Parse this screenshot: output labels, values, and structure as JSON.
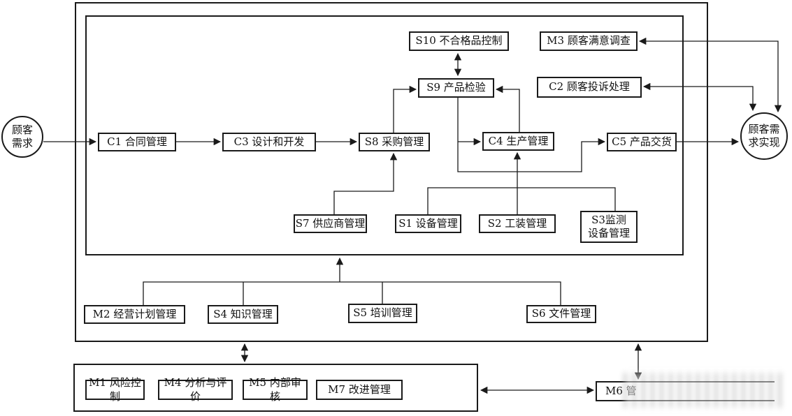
{
  "diagram": {
    "left_terminal": "顾客\n需求",
    "right_terminal": "顾客需\n求实现",
    "nodes": {
      "s10": "S10 不合格品控制",
      "m3": "M3 顾客满意调查",
      "s9": "S9 产品检验",
      "c2": "C2 顾客投诉处理",
      "c1": "C1 合同管理",
      "c3": "C3 设计和开发",
      "s8": "S8 采购管理",
      "c4": "C4 生产管理",
      "c5": "C5 产品交货",
      "s7": "S7 供应商管理",
      "s1": "S1 设备管理",
      "s2": "S2 工装管理",
      "s3": "S3监测\n设备管理",
      "m2": "M2 经营计划管理",
      "s4": "S4 知识管理",
      "s5": "S5 培训管理",
      "s6": "S6 文件管理",
      "m1": "M1 风险控制",
      "m4": "M4 分析与评价",
      "m5": "M5 内部审核",
      "m7": "M7 改进管理",
      "m6": "M6 管"
    },
    "colors": {
      "line": "#1a1a1a",
      "background": "#ffffff"
    },
    "edges": [
      {
        "from": "顾客需求",
        "to": "C1 合同管理",
        "arrow": "to"
      },
      {
        "from": "C1 合同管理",
        "to": "C3 设计和开发",
        "arrow": "to"
      },
      {
        "from": "C3 设计和开发",
        "to": "S8 采购管理",
        "arrow": "to"
      },
      {
        "from": "S8 采购管理",
        "to": "S9 产品检验",
        "arrow": "to"
      },
      {
        "from": "S7 供应商管理",
        "to": "S8 采购管理",
        "arrow": "to"
      },
      {
        "from": "S9 产品检验",
        "to": "S10 不合格品控制",
        "arrow": "both"
      },
      {
        "from": "S9 产品检验",
        "to": "C4 生产管理",
        "arrow": "to"
      },
      {
        "from": "S9 产品检验",
        "to": "C5 产品交货",
        "arrow": "to"
      },
      {
        "from": "C4 生产管理",
        "to": "S9 产品检验",
        "arrow": "to"
      },
      {
        "from": "S1 设备管理 / S2 工装管理 / S3监测设备管理",
        "to": "C4 生产管理",
        "arrow": "to"
      },
      {
        "from": "C5 产品交货",
        "to": "顾客需求实现",
        "arrow": "to"
      },
      {
        "from": "M3 顾客满意调查",
        "to": "顾客需求实现",
        "arrow": "both"
      },
      {
        "from": "C2 顾客投诉处理",
        "to": "顾客需求实现",
        "arrow": "both"
      },
      {
        "from": "M2 经营计划管理 / S4 知识管理 / S5 培训管理 / S6 文件管理",
        "to": "核心过程框",
        "arrow": "to"
      },
      {
        "from": "支持过程框 (M1/M4/M5/M7)",
        "to": "主框",
        "arrow": "both"
      },
      {
        "from": "M6",
        "to": "主框",
        "arrow": "both"
      },
      {
        "from": "M6",
        "to": "支持过程框 (M1/M4/M5/M7)",
        "arrow": "both"
      }
    ]
  }
}
